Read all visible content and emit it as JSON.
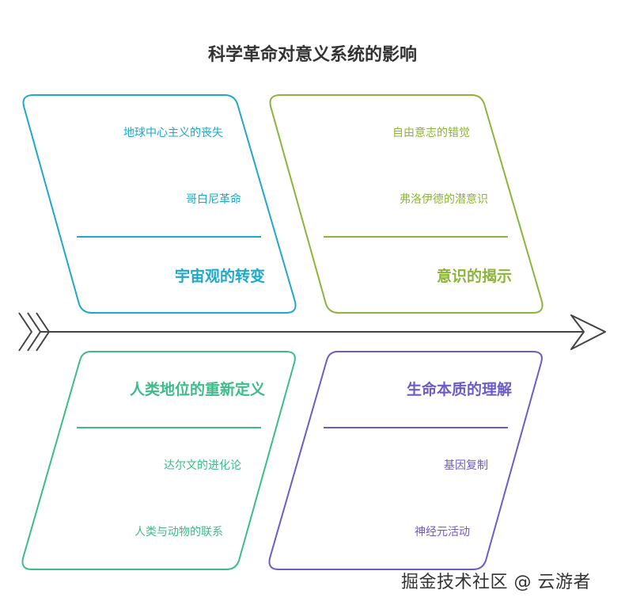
{
  "title": "科学革命对意义系统的影响",
  "colors": {
    "cosmos": "#1fa8c9",
    "consciousness": "#8db43a",
    "human": "#3dbb88",
    "life": "#6b5cc8",
    "spine": "#444444"
  },
  "categories": {
    "cosmos": {
      "label": "宇宙观的转变",
      "items": [
        "地球中心主义的丧失",
        "哥白尼革命"
      ]
    },
    "consciousness": {
      "label": "意识的揭示",
      "items": [
        "自由意志的错觉",
        "弗洛伊德的潜意识"
      ]
    },
    "human": {
      "label": "人类地位的重新定义",
      "items": [
        "达尔文的进化论",
        "人类与动物的联系"
      ]
    },
    "life": {
      "label": "生命本质的理解",
      "items": [
        "基因复制",
        "神经元活动"
      ]
    }
  },
  "watermark": "掘金技术社区 @ 云游者"
}
